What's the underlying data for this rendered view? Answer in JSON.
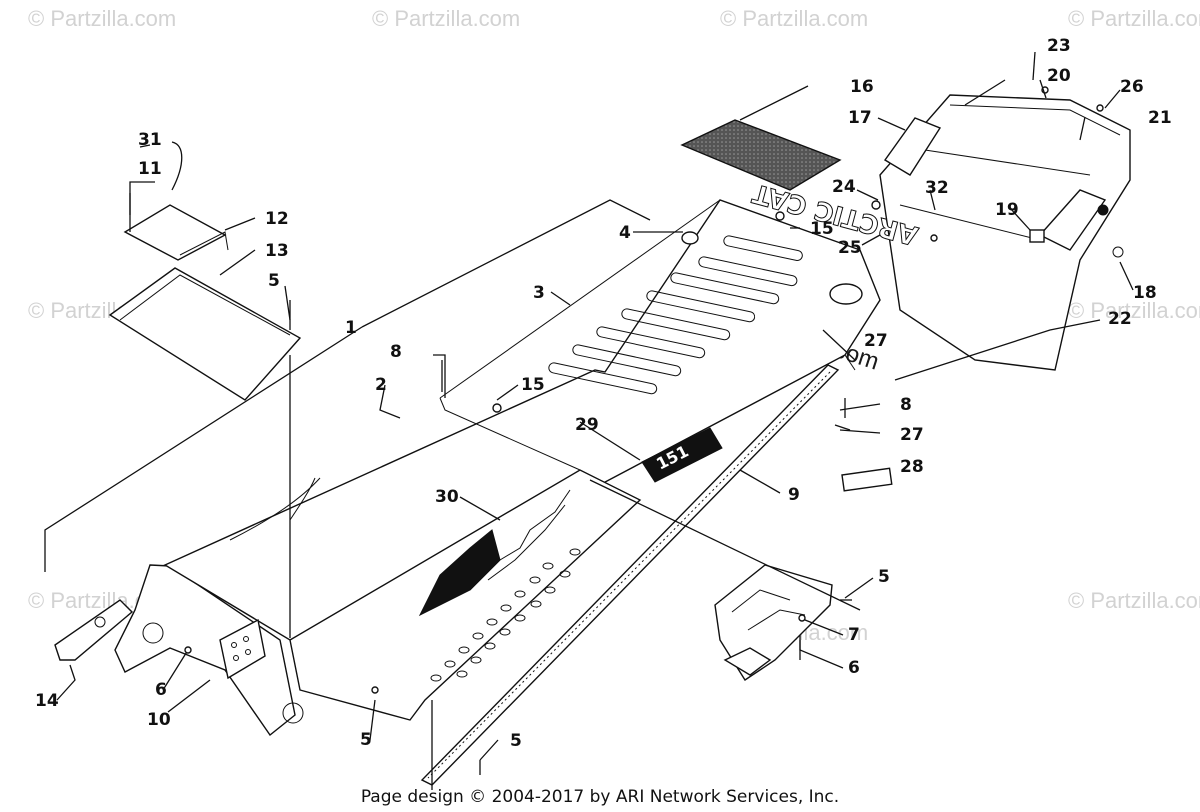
{
  "callouts": {
    "c1": "1",
    "c2": "2",
    "c3": "3",
    "c4": "4",
    "c5a": "5",
    "c5b": "5",
    "c5c": "5",
    "c5d": "5",
    "c6a": "6",
    "c6b": "6",
    "c7": "7",
    "c8a": "8",
    "c8b": "8",
    "c9": "9",
    "c10": "10",
    "c11": "11",
    "c12": "12",
    "c13": "13",
    "c14": "14",
    "c15a": "15",
    "c15b": "15",
    "c16": "16",
    "c17": "17",
    "c18": "18",
    "c19": "19",
    "c20": "20",
    "c21": "21",
    "c22": "22",
    "c23": "23",
    "c24": "24",
    "c25": "25",
    "c26": "26",
    "c27a": "27",
    "c27b": "27",
    "c28": "28",
    "c29": "29",
    "c30": "30",
    "c31": "31",
    "c32": "32"
  },
  "watermark": {
    "small": "© Partzilla.com",
    "main": "© Partzilla.com"
  },
  "decal_text": "151",
  "bumper_text": "ARCTIC CAT",
  "footer": "Page design © 2004-2017 by ARI Network Services, Inc."
}
